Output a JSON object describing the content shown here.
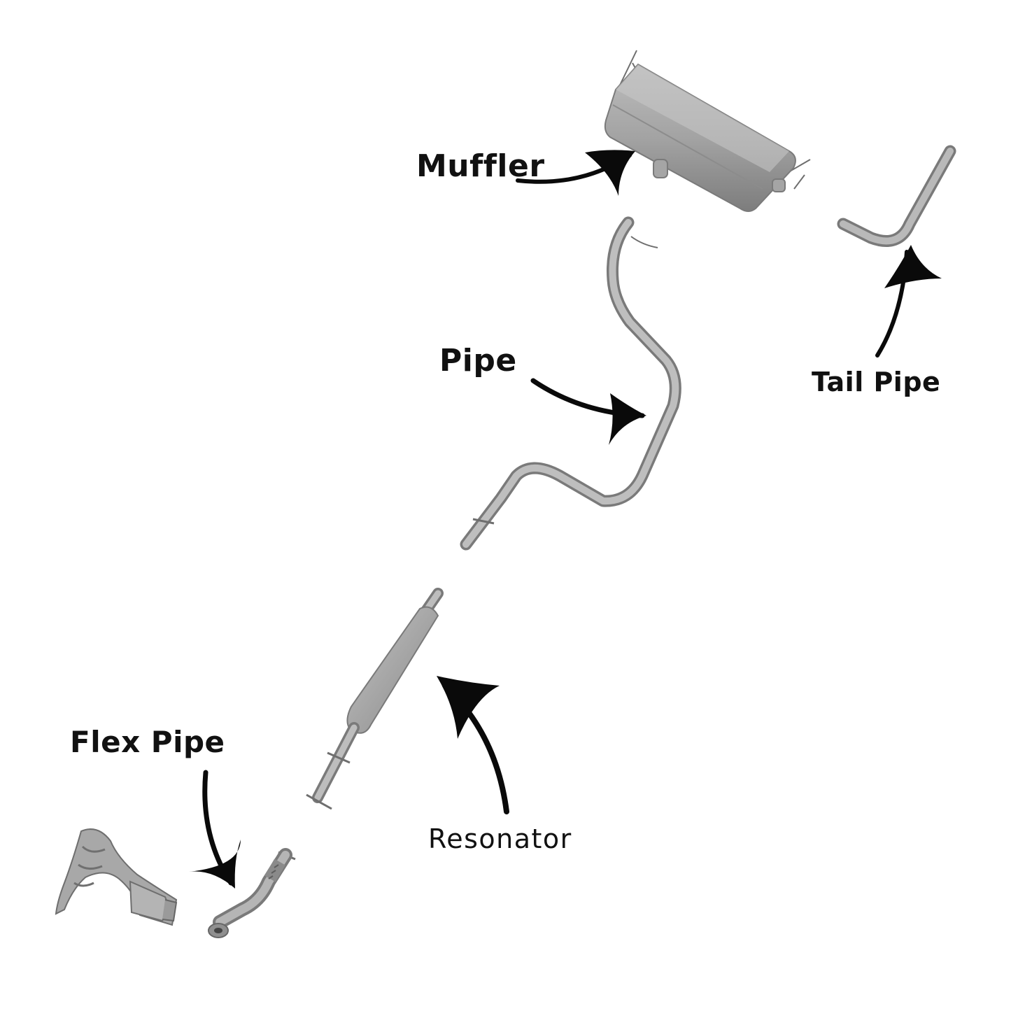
{
  "labels": {
    "muffler": "Muffler",
    "pipe": "Pipe",
    "tail_pipe": "Tail Pipe",
    "flex_pipe": "Flex Pipe",
    "resonator": "Resonator"
  },
  "colors": {
    "background": "#ffffff",
    "metal": "#a9a9a9",
    "metal_dark": "#6e6e6e",
    "metal_light": "#d6d6d6",
    "arrow": "#0a0a0a"
  }
}
